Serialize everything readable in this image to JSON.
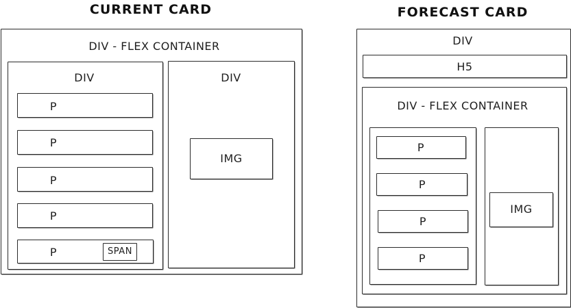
{
  "current": {
    "title": "CURRENT CARD",
    "outer_label": "DIV - FLEX CONTAINER",
    "left_div_label": "DIV",
    "right_div_label": "DIV",
    "paragraphs": [
      "P",
      "P",
      "P",
      "P",
      "P"
    ],
    "span_label": "SPAN",
    "img_label": "IMG"
  },
  "forecast": {
    "title": "FORECAST CARD",
    "outer_label": "DIV",
    "h5_label": "H5",
    "flex_label": "DIV - FLEX CONTAINER",
    "paragraphs": [
      "P",
      "P",
      "P",
      "P"
    ],
    "img_label": "IMG"
  }
}
